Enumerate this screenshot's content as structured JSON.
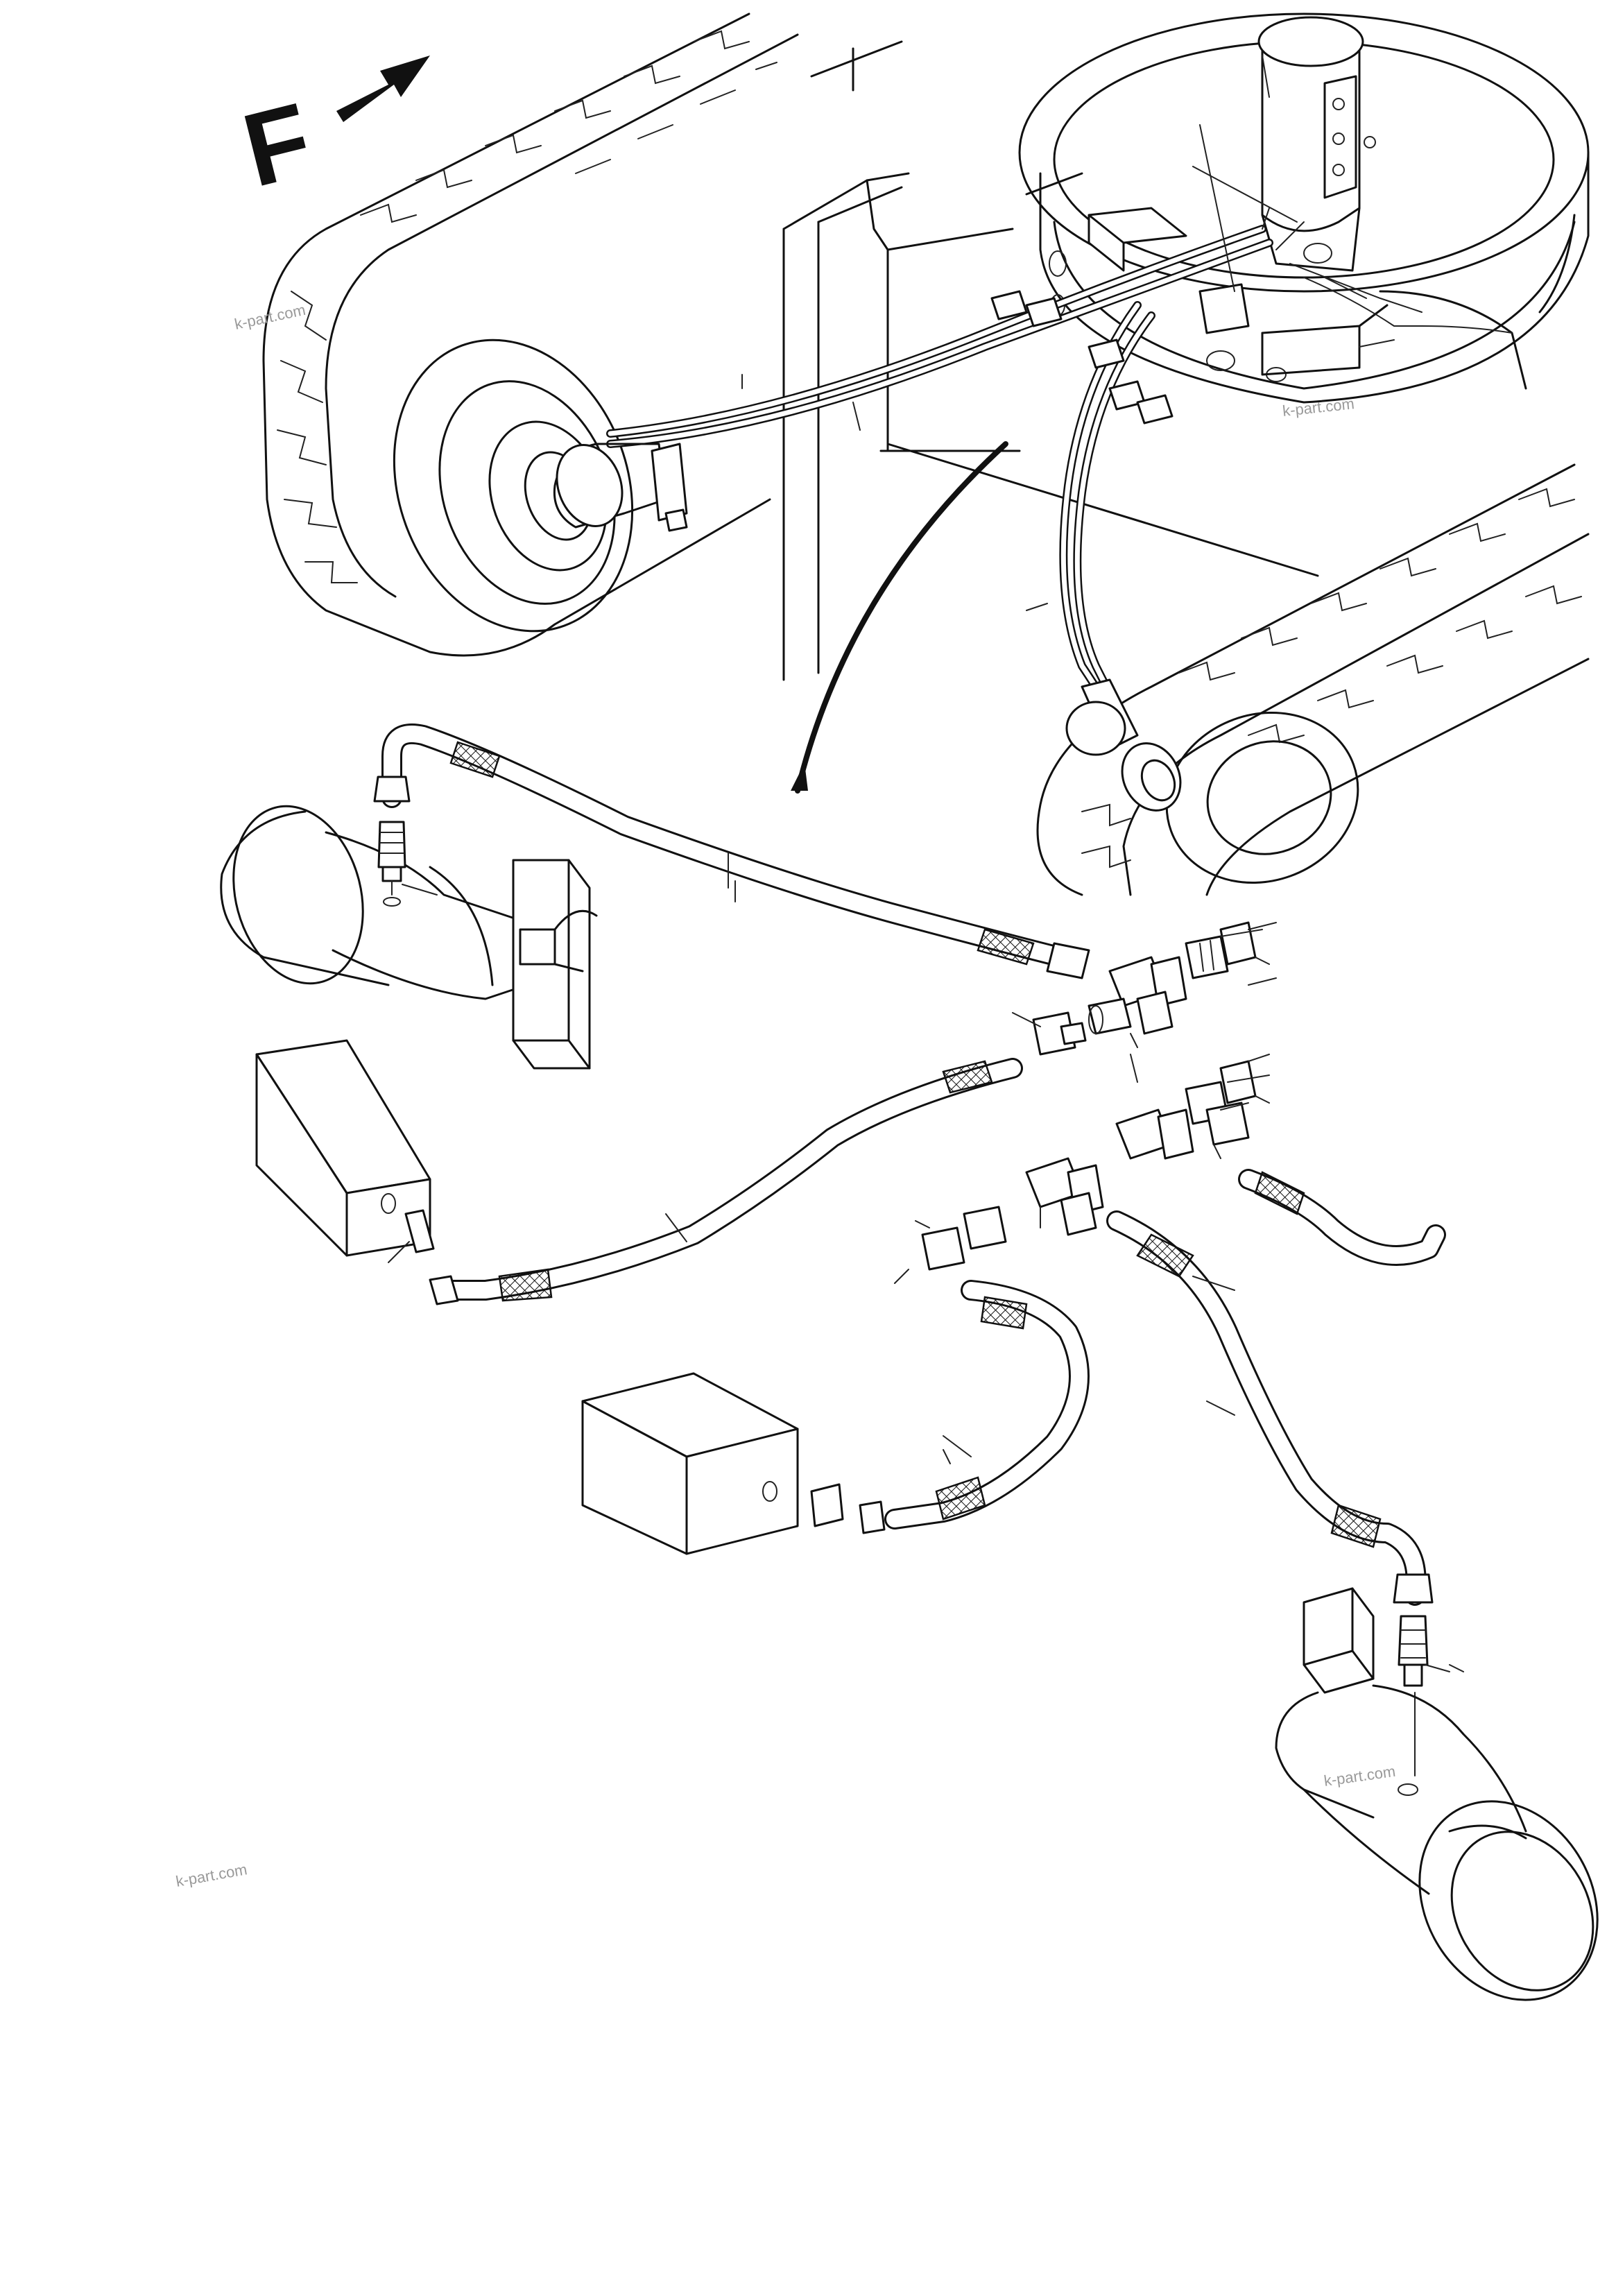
{
  "direction_marker": {
    "letter": "F",
    "arrow_icon": "arrow-up-right-icon"
  },
  "watermarks": [
    "k-part.com",
    "k-part.com",
    "k-part.com",
    "k-part.com"
  ],
  "colors": {
    "line": "#111111",
    "background": "#ffffff",
    "watermark": "#9a9a9a"
  }
}
